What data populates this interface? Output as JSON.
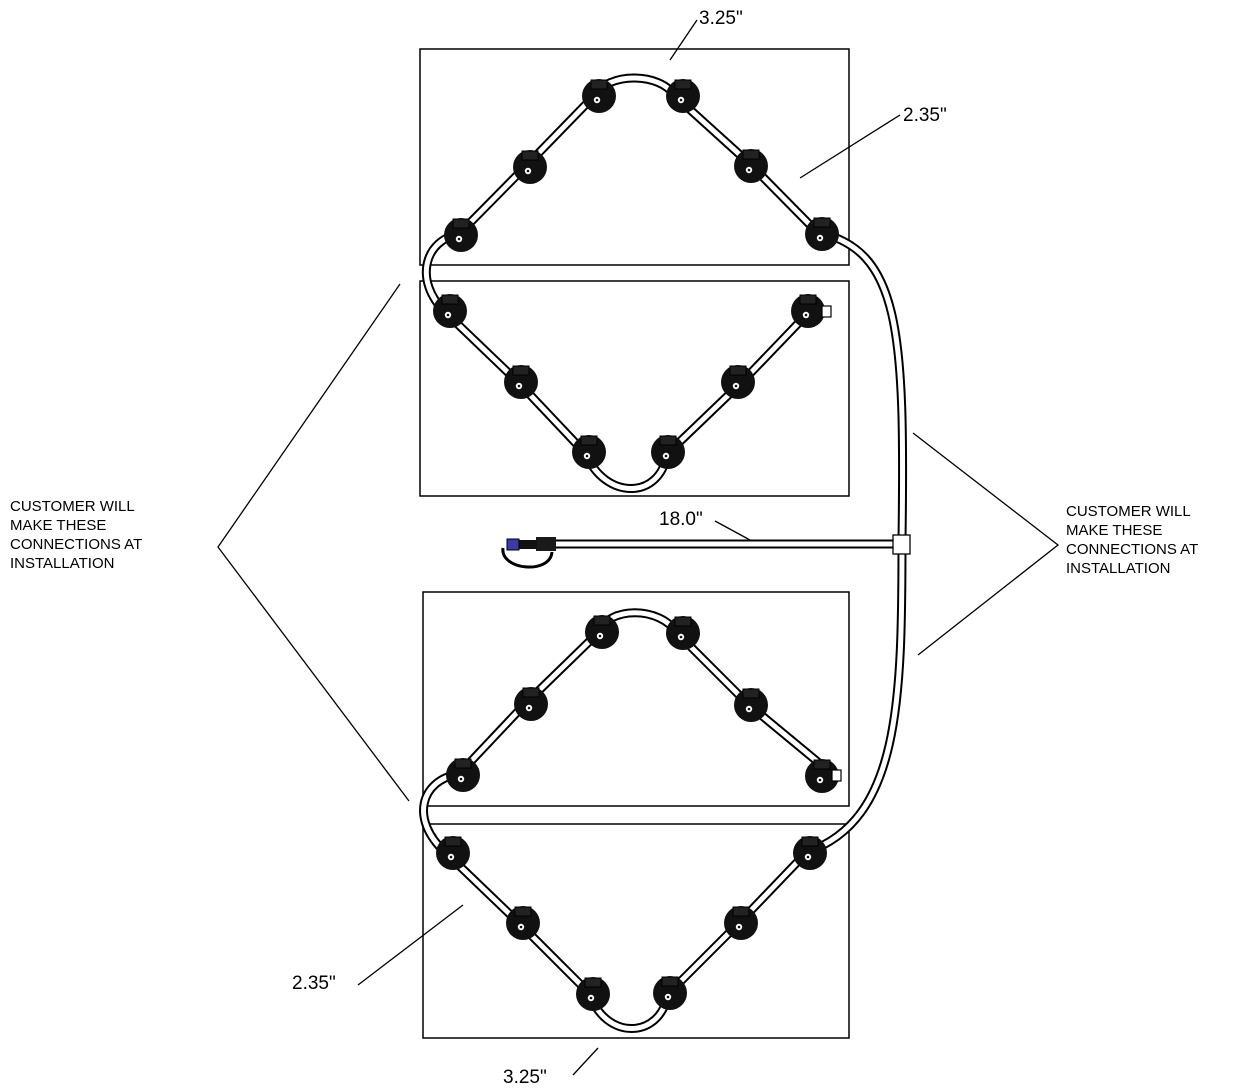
{
  "dimensions": {
    "top_arc": "3.25\"",
    "top_side": "2.35\"",
    "hose_length": "18.0\"",
    "bottom_side": "2.35\"",
    "bottom_arc": "3.25\""
  },
  "notes": {
    "left": "CUSTOMER WILL\nMAKE THESE\nCONNECTIONS AT\nINSTALLATION",
    "right": "CUSTOMER WILL\nMAKE THESE\nCONNECTIONS AT\nINSTALLATION"
  },
  "colors": {
    "line": "#000000",
    "tube_fill": "#ffffff",
    "jet": "#111111",
    "valve_accent": "#3a3aa8"
  }
}
